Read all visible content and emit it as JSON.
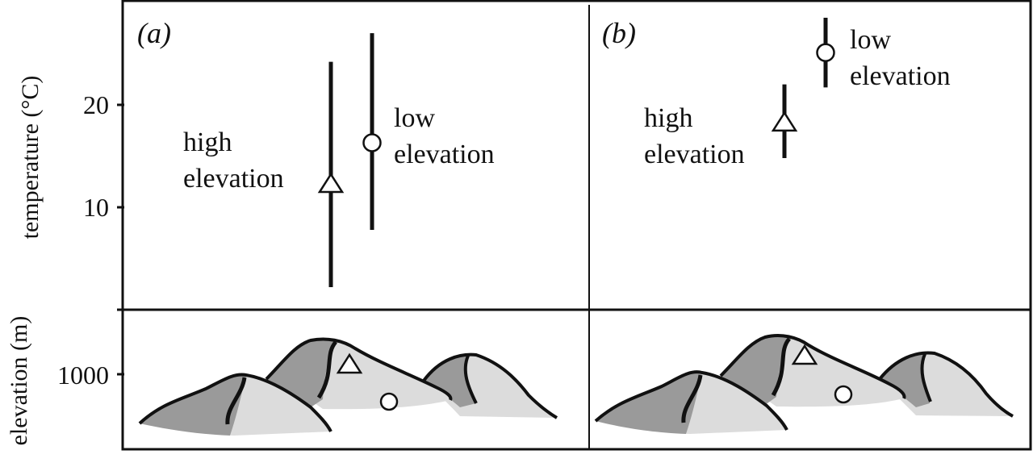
{
  "chart_data": [
    {
      "panel_label": "(a)",
      "type": "scatter",
      "xlabel": "",
      "ylabel": "temperature (°C)",
      "yticks": [
        10,
        20
      ],
      "ylim": [
        0,
        30
      ],
      "series": [
        {
          "label": "high elevation",
          "marker": "triangle",
          "mean": 12.2,
          "low": 2.2,
          "high": 24.2
        },
        {
          "label": "low elevation",
          "marker": "circle",
          "mean": 16.3,
          "low": 7.8,
          "high": 27.0
        }
      ]
    },
    {
      "panel_label": "(b)",
      "type": "scatter",
      "xlabel": "",
      "ylabel": "temperature (°C)",
      "yticks": [
        10,
        20
      ],
      "ylim": [
        0,
        30
      ],
      "series": [
        {
          "label": "high elevation",
          "marker": "triangle",
          "mean": 18.2,
          "low": 14.8,
          "high": 22.0
        },
        {
          "label": "low elevation",
          "marker": "circle",
          "mean": 25.1,
          "low": 21.7,
          "high": 28.5
        }
      ]
    }
  ],
  "bottom_axis": {
    "label": "elevation (m)",
    "tick": 1000
  },
  "text": {
    "a_high_1": "high",
    "a_high_2": "elevation",
    "a_low_1": "low",
    "a_low_2": "elevation",
    "b_high_1": "high",
    "b_high_2": "elevation",
    "b_low_1": "low",
    "b_low_2": "elevation"
  },
  "colors": {
    "ink": "#111111",
    "mountain_dark": "#9a9a9a",
    "mountain_light": "#dcdcdc"
  }
}
